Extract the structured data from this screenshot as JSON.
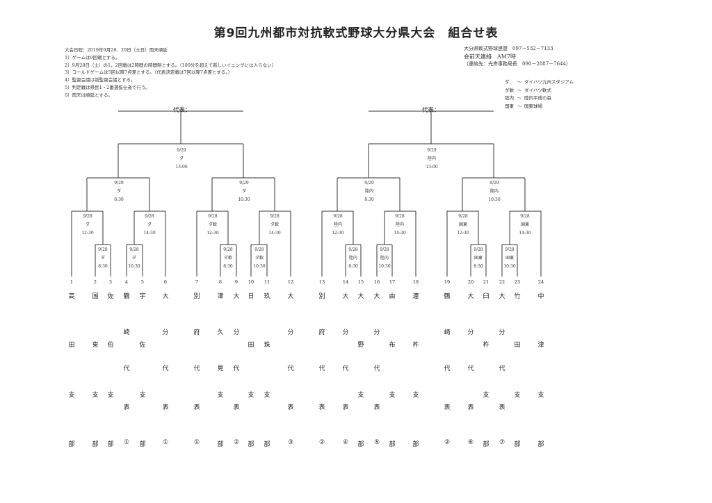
{
  "title": "第9回九州都市対抗軟式野球大分県大会　組合せ表",
  "notes": [
    "大会日程：2019年9月28、29日（土日）雨天順延",
    "1）ゲームは9回戦とする。",
    "2）9月28日（土）の1，2回戦は2時間の時間制とする。（100分を超えて新しいイニングには入らない）",
    "3）コールドゲームは5回以降7点差とする。（代表決定戦は7回以降7点差とする。）",
    "4）監督会議は前監督会議とする。",
    "5）判定戦は県民1・2番選抜仕者で行う。",
    "6）雨天は順延とする。"
  ],
  "contact": {
    "line1": "大分県軟式野球連盟　097－532－7133",
    "line2": "会前天連絡　AM7時",
    "line3": "（連絡先：光岸事務局長　090－2887－7644）"
  },
  "legend": [
    {
      "k": "ダ",
      "t": "～",
      "v": "ダイハツ九州スタジアム"
    },
    {
      "k": "ダ軟",
      "t": "～",
      "v": "ダイハツ軟式"
    },
    {
      "k": "陸内",
      "t": "～",
      "v": "陸内平成の森"
    },
    {
      "k": "国東",
      "t": "～",
      "v": "国東球場"
    }
  ],
  "rep_label": "代表：",
  "matches": [
    {
      "l1": "9/29",
      "l2": "ダ",
      "l3": "13:00"
    },
    {
      "l1": "9/29",
      "l2": "陸内",
      "l3": "13:00"
    },
    {
      "l1": "9/29",
      "l2": "ダ",
      "l3": "8:30"
    },
    {
      "l1": "9/29",
      "l2": "ダ",
      "l3": "10:30"
    },
    {
      "l1": "9/29",
      "l2": "陸内",
      "l3": "8:30"
    },
    {
      "l1": "9/29",
      "l2": "陸内",
      "l3": "10:30"
    },
    {
      "l1": "9/28",
      "l2": "ダ",
      "l3": "12:30"
    },
    {
      "l1": "9/28",
      "l2": "ダ",
      "l3": "14:30"
    },
    {
      "l1": "9/28",
      "l2": "ダ軟",
      "l3": "12:30"
    },
    {
      "l1": "9/28",
      "l2": "ダ軟",
      "l3": "14:30"
    },
    {
      "l1": "9/28",
      "l2": "陸内",
      "l3": "12:30"
    },
    {
      "l1": "9/28",
      "l2": "陸内",
      "l3": "14:30"
    },
    {
      "l1": "9/28",
      "l2": "国東",
      "l3": "12:30"
    },
    {
      "l1": "9/28",
      "l2": "国東",
      "l3": "14:30"
    },
    {
      "l1": "9/28",
      "l2": "ダ",
      "l3": "8:30"
    },
    {
      "l1": "9/28",
      "l2": "ダ",
      "l3": "10:30"
    },
    {
      "l1": "9/28",
      "l2": "ダ軟",
      "l3": "8:30"
    },
    {
      "l1": "9/28",
      "l2": "ダ軟",
      "l3": "10:30"
    },
    {
      "l1": "9/28",
      "l2": "陸内",
      "l3": "8:30"
    },
    {
      "l1": "9/28",
      "l2": "陸内",
      "l3": "10:30"
    },
    {
      "l1": "9/28",
      "l2": "国東",
      "l3": "8:30"
    },
    {
      "l1": "9/28",
      "l2": "国東",
      "l3": "10:30"
    }
  ],
  "teams": [
    {
      "n": "1",
      "c": [
        "高",
        "",
        "田",
        "",
        "支",
        "",
        "部"
      ]
    },
    {
      "n": "2",
      "c": [
        "国",
        "",
        "東",
        "",
        "支",
        "",
        "部"
      ]
    },
    {
      "n": "3",
      "c": [
        "佐",
        "",
        "伯",
        "",
        "支",
        "",
        "部"
      ]
    },
    {
      "n": "4",
      "c": [
        "鶴",
        "崎",
        "",
        "代",
        "",
        "表",
        "①"
      ]
    },
    {
      "n": "5",
      "c": [
        "宇",
        "",
        "佐",
        "",
        "支",
        "",
        "部"
      ]
    },
    {
      "n": "6",
      "c": [
        "大",
        "分",
        "",
        "代",
        "",
        "表",
        "①"
      ]
    },
    {
      "n": "7",
      "c": [
        "別",
        "府",
        "",
        "代",
        "",
        "表",
        "①"
      ]
    },
    {
      "n": "8",
      "c": [
        "津",
        "久",
        "",
        "見",
        "支",
        "",
        "部"
      ]
    },
    {
      "n": "9",
      "c": [
        "大",
        "分",
        "",
        "代",
        "",
        "表",
        "②"
      ]
    },
    {
      "n": "10",
      "c": [
        "日",
        "",
        "田",
        "",
        "支",
        "",
        "部"
      ]
    },
    {
      "n": "11",
      "c": [
        "玖",
        "",
        "珠",
        "",
        "支",
        "",
        "部"
      ]
    },
    {
      "n": "12",
      "c": [
        "大",
        "分",
        "",
        "代",
        "",
        "表",
        "③"
      ]
    },
    {
      "n": "13",
      "c": [
        "別",
        "府",
        "",
        "代",
        "",
        "表",
        "②"
      ]
    },
    {
      "n": "14",
      "c": [
        "大",
        "分",
        "",
        "代",
        "",
        "表",
        "④"
      ]
    },
    {
      "n": "15",
      "c": [
        "大",
        "",
        "野",
        "",
        "支",
        "",
        "部"
      ]
    },
    {
      "n": "16",
      "c": [
        "大",
        "分",
        "",
        "代",
        "",
        "表",
        "⑤"
      ]
    },
    {
      "n": "17",
      "c": [
        "由",
        "",
        "布",
        "",
        "支",
        "",
        "部"
      ]
    },
    {
      "n": "18",
      "c": [
        "連",
        "",
        "杵",
        "",
        "支",
        "",
        "部"
      ]
    },
    {
      "n": "19",
      "c": [
        "鶴",
        "崎",
        "",
        "代",
        "",
        "表",
        "②"
      ]
    },
    {
      "n": "20",
      "c": [
        "大",
        "分",
        "",
        "代",
        "",
        "表",
        "⑥"
      ]
    },
    {
      "n": "21",
      "c": [
        "臼",
        "",
        "杵",
        "",
        "支",
        "",
        "部"
      ]
    },
    {
      "n": "22",
      "c": [
        "大",
        "分",
        "",
        "代",
        "",
        "表",
        "⑦"
      ]
    },
    {
      "n": "23",
      "c": [
        "竹",
        "",
        "田",
        "",
        "支",
        "",
        "部"
      ]
    },
    {
      "n": "24",
      "c": [
        "中",
        "",
        "津",
        "",
        "支",
        "",
        "部"
      ]
    }
  ]
}
